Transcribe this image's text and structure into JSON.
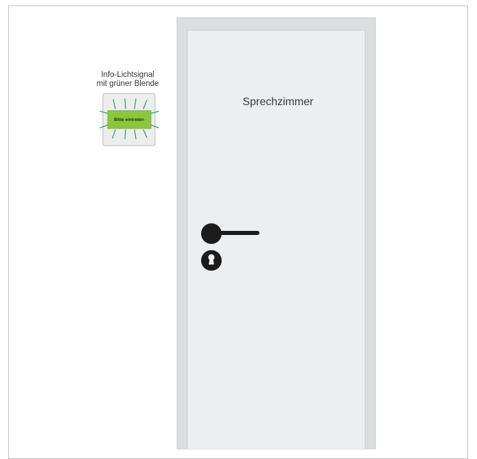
{
  "info_signal": {
    "caption_line1": "Info-Lichtsignal",
    "caption_line2": "mit grüner Blende",
    "display_text": "Bitte eintreten",
    "display_color": "#8cc63f",
    "ray_color": "#1aa37a"
  },
  "door": {
    "sign_text": "Sprechzimmer",
    "panel_color": "#eceeef",
    "frame_color": "#dcdedf",
    "hardware_color": "#1c1c1c"
  }
}
